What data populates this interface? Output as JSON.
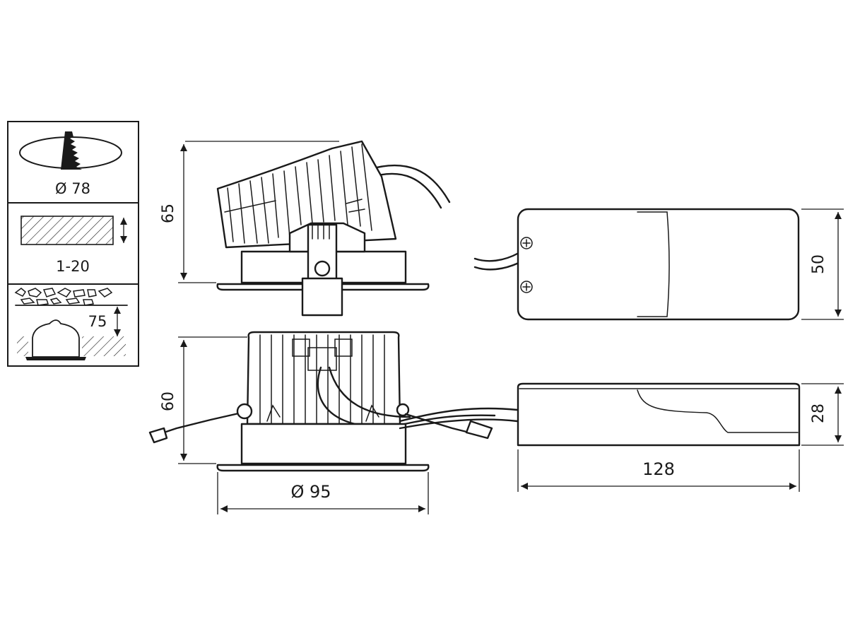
{
  "install_info": {
    "cutout_diameter": "Ø 78",
    "ceiling_thickness": "1-20",
    "recess_depth": "75"
  },
  "dimensions": {
    "tilted_height": "65",
    "height": "60",
    "diameter": "Ø 95",
    "driver_width": "50",
    "driver_height": "28",
    "driver_length": "128"
  },
  "colors": {
    "line": "#1a1a1a",
    "background": "#ffffff"
  }
}
